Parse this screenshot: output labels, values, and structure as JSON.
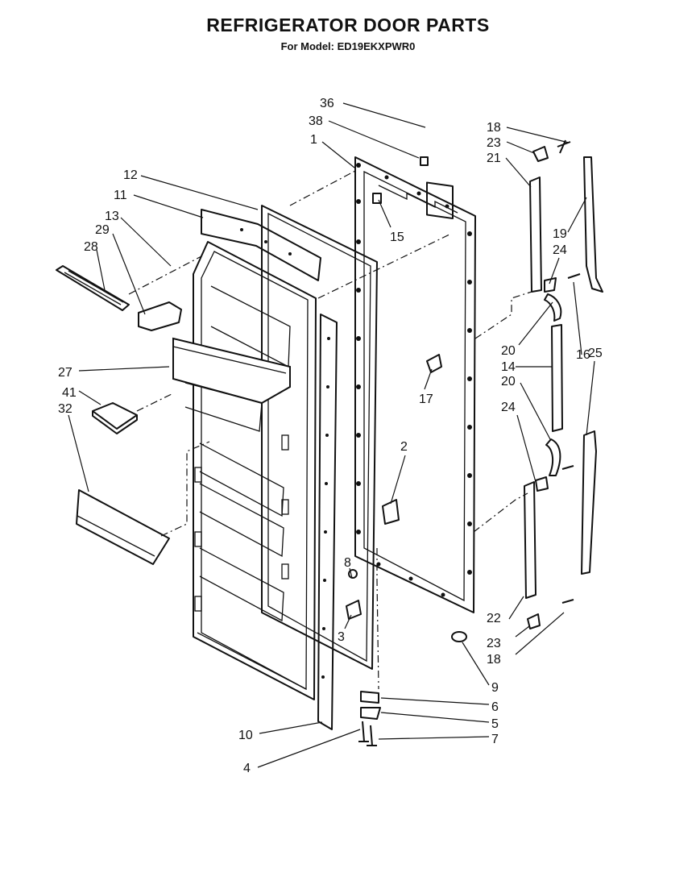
{
  "title": "REFRIGERATOR DOOR PARTS",
  "subtitle": "For Model: ED19EKXPWR0",
  "labels": {
    "l36": "36",
    "l38": "38",
    "l1": "1",
    "l12": "12",
    "l11": "11",
    "l13": "13",
    "l29": "29",
    "l28": "28",
    "l15": "15",
    "l27": "27",
    "l41": "41",
    "l32": "32",
    "l17": "17",
    "l2": "2",
    "l8": "8",
    "l3": "3",
    "l10": "10",
    "l4": "4",
    "l9": "9",
    "l6": "6",
    "l5": "5",
    "l7": "7",
    "l18a": "18",
    "l23a": "23",
    "l21": "21",
    "l19": "19",
    "l24a": "24",
    "l20a": "20",
    "l14": "14",
    "l20b": "20",
    "l16": "16",
    "l25": "25",
    "l24b": "24",
    "l22": "22",
    "l23b": "23",
    "l18b": "18"
  }
}
